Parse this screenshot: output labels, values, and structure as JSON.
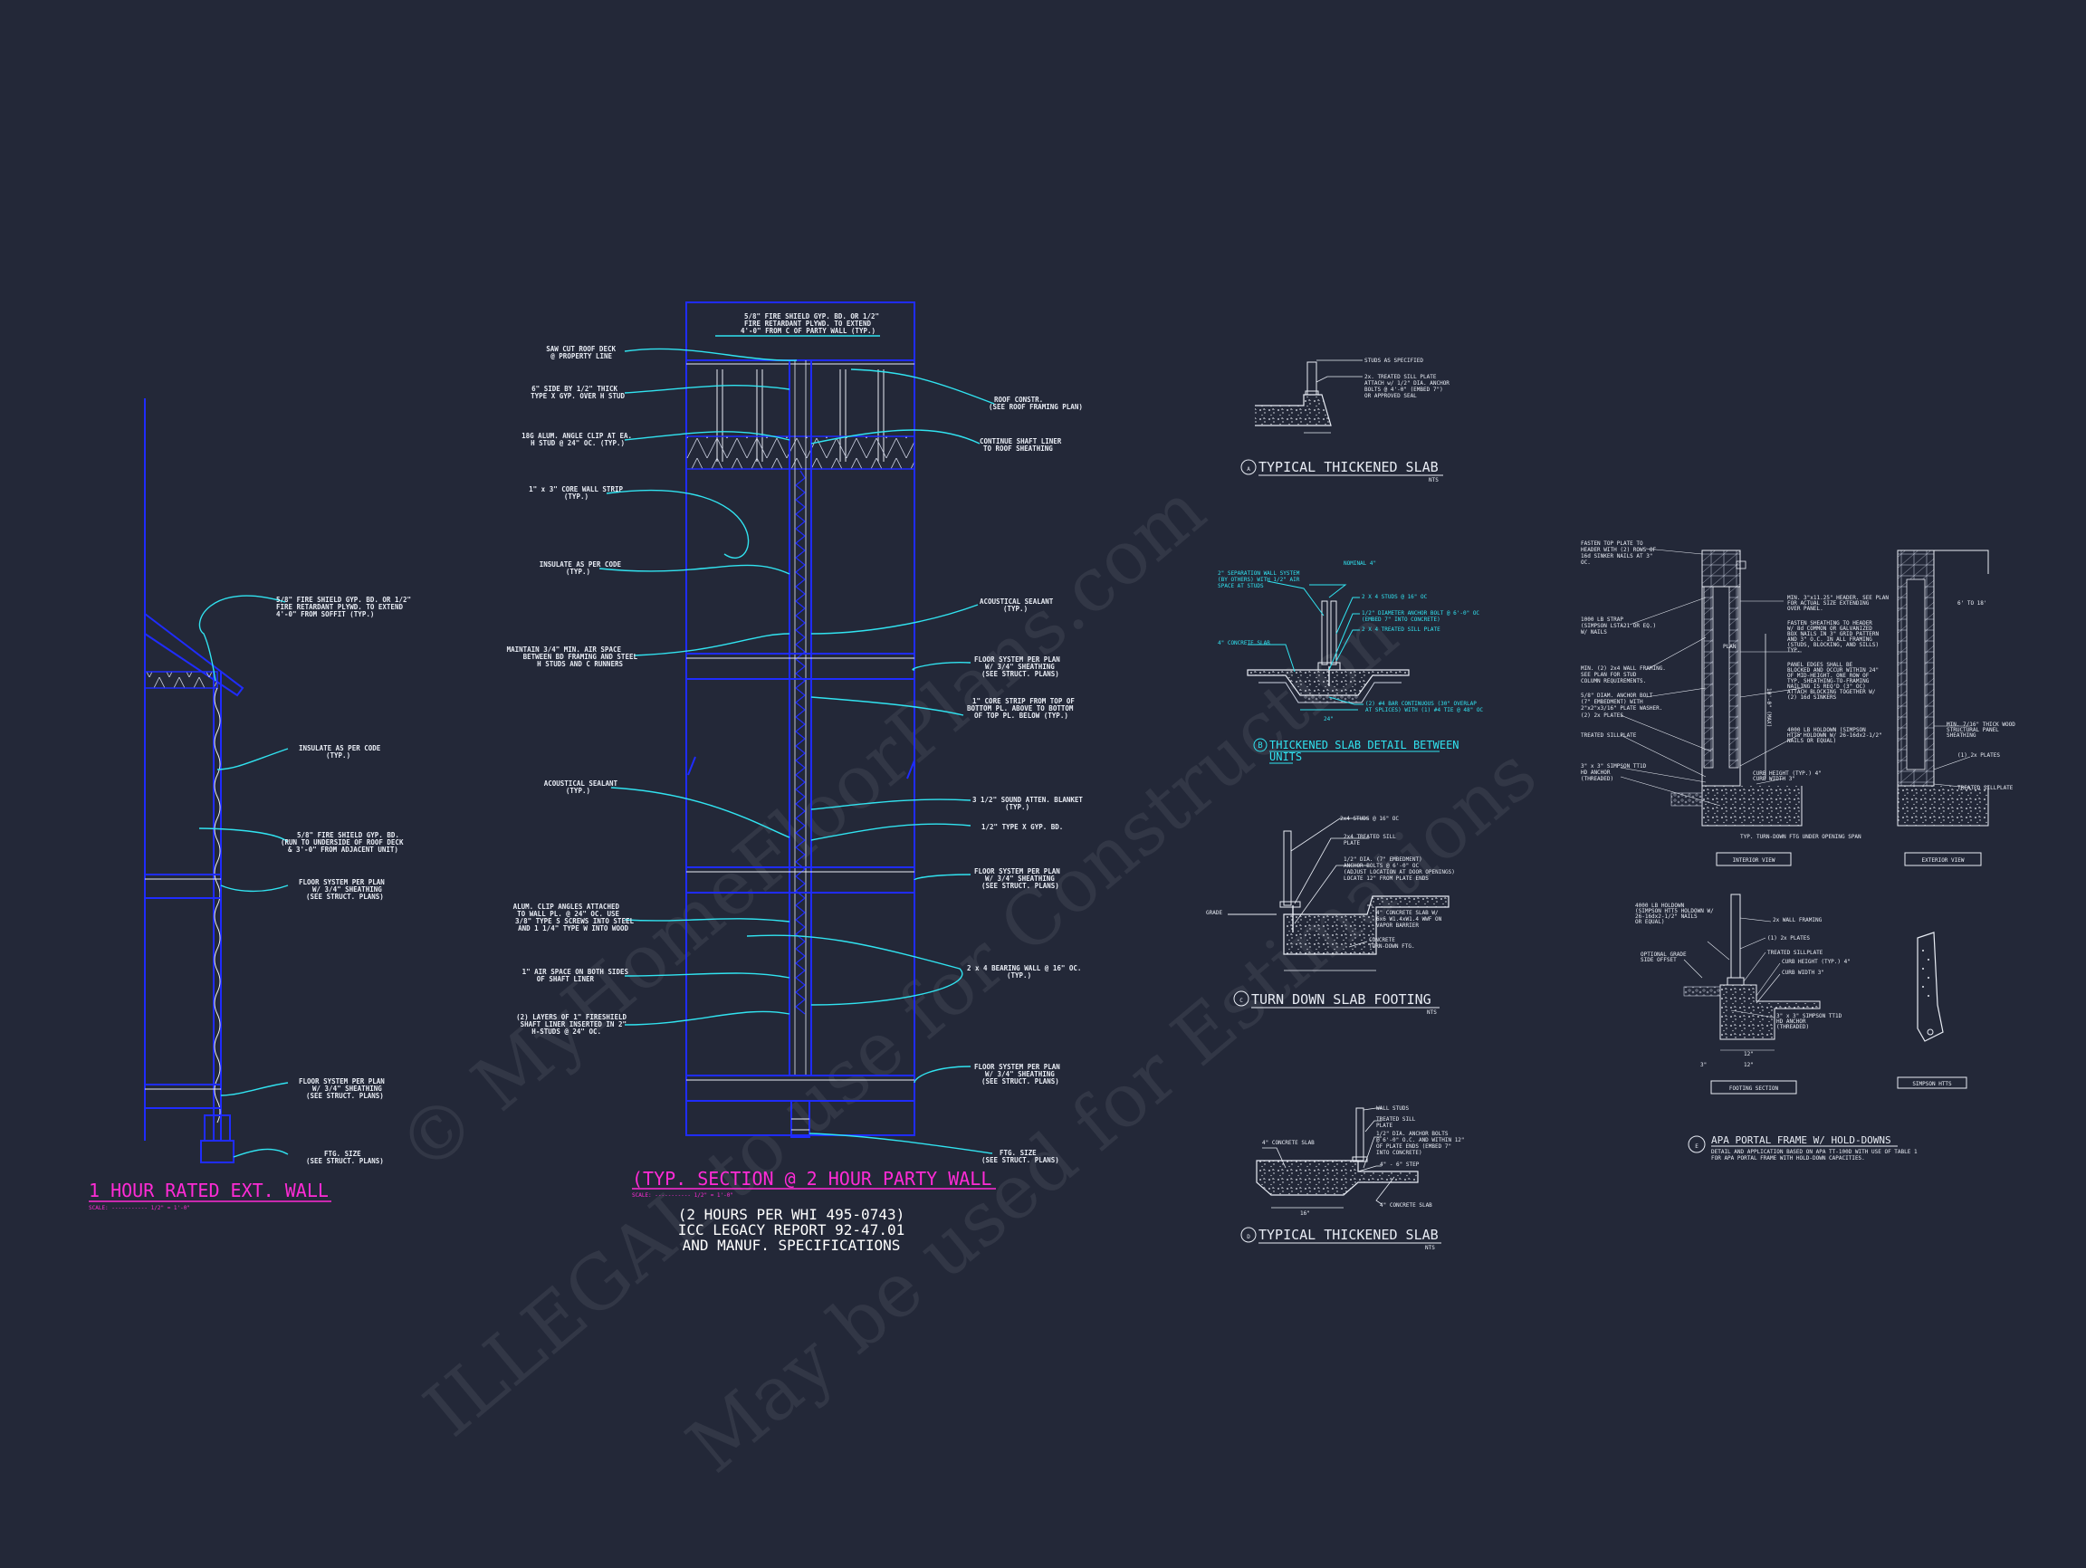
{
  "colors": {
    "background": "#232838",
    "structure": "#1f2cff",
    "leader": "#31e3f0",
    "title_magenta": "#ff2bd6",
    "text": "#e8ecf4"
  },
  "watermark": {
    "line1": "© MyHomeFloorPlans.com",
    "line2": "ILLEGAL to use for Construction",
    "line3": "May be used for Estimations"
  },
  "ext_wall": {
    "title": "1 HOUR RATED EXT. WALL",
    "scale": "SCALE: ----------- 1/2\" = 1'-0\"",
    "notes": [
      "5/8\" FIRE SHIELD GYP. BD. OR 1/2\"",
      "FIRE RETARDANT PLYWD. TO EXTEND",
      "4'-0\" FROM SOFFIT (TYP.)",
      "INSULATE AS PER CODE",
      "(TYP.)",
      "5/8\" FIRE SHIELD GYP. BD.",
      "(RUN TO UNDERSIDE OF ROOF DECK",
      "& 3'-0\" FROM ADJACENT UNIT)",
      "FLOOR SYSTEM PER PLAN",
      "W/ 3/4\" SHEATHING",
      "(SEE STRUCT. PLANS)",
      "FLOOR SYSTEM PER PLAN",
      "W/ 3/4\" SHEATHING",
      "(SEE STRUCT. PLANS)",
      "FTG. SIZE",
      "(SEE STRUCT. PLANS)"
    ]
  },
  "party_wall": {
    "title": "(TYP. SECTION @ 2 HOUR PARTY WALL",
    "scale": "SCALE: ----------- 1/2\" = 1'-0\"",
    "subtitle1": "(2 HOURS PER WHI 495-0743)",
    "subtitle2": "ICC LEGACY REPORT 92-47.01",
    "subtitle3": "AND MANUF. SPECIFICATIONS",
    "top_note": [
      "5/8\" FIRE SHIELD GYP. BD. OR 1/2\"",
      "FIRE RETARDANT PLYWD. TO EXTEND",
      "4'-0\" FROM C OF PARTY WALL (TYP.)"
    ],
    "left_notes": [
      "SAW CUT ROOF DECK",
      "@ PROPERTY LINE",
      "6\" SIDE BY 1/2\" THICK",
      "TYPE X GYP. OVER H STUD",
      "18G ALUM. ANGLE CLIP AT EA.",
      "H STUD @ 24\" OC. (TYP.)",
      "1\" x 3\" CORE WALL STRIP",
      "(TYP.)",
      "INSULATE AS PER CODE",
      "(TYP.)",
      "MAINTAIN 3/4\" MIN. AIR SPACE",
      "BETWEEN BD FRAMING AND STEEL",
      "H STUDS AND C RUNNERS",
      "ACOUSTICAL SEALANT",
      "(TYP.)",
      "ALUM. CLIP ANGLES ATTACHED",
      "TO WALL PL. @ 24\" OC. USE",
      "3/8\" TYPE S SCREWS INTO STEEL",
      "AND 1 1/4\" TYPE W INTO WOOD",
      "1\" AIR SPACE ON BOTH SIDES",
      "OF SHAFT LINER",
      "(2) LAYERS OF 1\" FIRESHIELD",
      "SHAFT LINER INSERTED IN 2\"",
      "H-STUDS @ 24\" OC."
    ],
    "right_notes": [
      "ROOF CONSTR.",
      "(SEE ROOF FRAMING PLAN)",
      "CONTINUE SHAFT LINER",
      "TO ROOF SHEATHING",
      "ACOUSTICAL SEALANT",
      "(TYP.)",
      "FLOOR SYSTEM PER PLAN",
      "W/ 3/4\" SHEATHING",
      "(SEE STRUCT. PLANS)",
      "1\" CORE STRIP FROM TOP OF",
      "BOTTOM PL. ABOVE TO BOTTOM",
      "OF TOP PL. BELOW (TYP.)",
      "3 1/2\" SOUND ATTEN. BLANKET",
      "(TYP.)",
      "1/2\" TYPE X GYP. BD.",
      "FLOOR SYSTEM PER PLAN",
      "W/ 3/4\" SHEATHING",
      "(SEE STRUCT. PLANS)",
      "2 x 4 BEARING WALL @ 16\" OC.",
      "(TYP.)",
      "FLOOR SYSTEM PER PLAN",
      "W/ 3/4\" SHEATHING",
      "(SEE STRUCT. PLANS)",
      "FTG. SIZE",
      "(SEE STRUCT. PLANS)"
    ]
  },
  "detail_a": {
    "letter": "A",
    "title": "TYPICAL THICKENED SLAB",
    "nts": "NTS",
    "notes": [
      "STUDS AS SPECIFIED",
      "2x. TREATED SILL PLATE",
      "ATTACH w/ 1/2\" DIA. ANCHOR",
      "BOLTS @ 4'-0\" (EMBED 7\")",
      "OR APPROVED SEAL"
    ]
  },
  "detail_b": {
    "letter": "B",
    "title1": "THICKENED SLAB DETAIL BETWEEN",
    "title2": "UNITS",
    "notes_left": [
      "2\" SEPARATION WALL SYSTEM",
      "(BY OTHERS) WITH 1/2\" AIR",
      "SPACE AT STUDS",
      "4\" CONCRETE SLAB"
    ],
    "nominal": "NOMINAL 4\"",
    "notes_right": [
      "2 X 4 STUDS @ 16\" OC",
      "1/2\" DIAMETER ANCHOR BOLT @ 6'-0\" OC",
      "(EMBED 7\" INTO CONCRETE)",
      "2 X 4 TREATED SILL PLATE",
      "(2) #4 BAR CONTINUOUS (30\" OVERLAP",
      "AT SPLICES) WITH (1) #4 TIE @ 48\" OC"
    ],
    "dim": "24\""
  },
  "detail_c": {
    "letter": "C",
    "title": "TURN DOWN SLAB FOOTING",
    "nts": "NTS",
    "grade": "GRADE",
    "notes": [
      "2x4 STUDS @ 16\" OC",
      "2x4 TREATED SILL",
      "PLATE",
      "1/2\" DIA. (7\" EMBEDMENT)",
      "ANCHOR BOLTS @ 6'-0\" OC",
      "(ADJUST LOCATION AT DOOR OPENINGS)",
      "LOCATE 12\" FROM PLATE ENDS",
      "4\" CONCRETE SLAB W/",
      "6x6 W1.4xW1.4 WWF ON",
      "VAPOR BARRIER",
      "CONCRETE",
      "TURN-DOWN FTG."
    ]
  },
  "detail_d": {
    "letter": "D",
    "title": "TYPICAL THICKENED SLAB",
    "nts": "NTS",
    "notes": [
      "WALL STUDS",
      "TREATED SILL",
      "PLATE",
      "1/2\" DIA. ANCHOR BOLTS",
      "@ 6'-0\" O.C. AND WITHIN 12\"",
      "OF PLATE ENDS (EMBED 7\"",
      "INTO CONCRETE)",
      "4\" - 6\" STEP",
      "4\" CONCRETE SLAB"
    ],
    "left_note": "4\" CONCRETE SLAB",
    "dim": "16\""
  },
  "detail_e": {
    "letter": "E",
    "title": "APA PORTAL FRAME W/ HOLD-DOWNS",
    "subtitle1": "DETAIL AND APPLICATION BASED ON APA TT-100D WITH USE OF TABLE 1",
    "subtitle2": "FOR APA PORTAL FRAME WITH HOLD-DOWN CAPACITIES.",
    "interior_label": "INTERIOR VIEW",
    "exterior_label": "EXTERIOR VIEW",
    "footing_label": "FOOTING SECTION",
    "simpson_label": "SIMPSON HTTS",
    "left_notes": [
      "FASTEN TOP PLATE TO",
      "HEADER WITH (2) ROWS OF",
      "16d SINKER NAILS AT 3\"",
      "OC.",
      "1000 LB STRAP",
      "(SIMPSON LSTA21 OR EQ.)",
      "W/ NAILS",
      "MIN. (2) 2x4 WALL FRAMING.",
      "SEE PLAN FOR STUD",
      "COLUMN REQUIREMENTS.",
      "5/8\" DIAM. ANCHOR BOLT",
      "(7\" EMBEDMENT) WITH",
      "2\"x2\"x3/16\" PLATE WASHER.",
      "(2) 2x PLATES",
      "TREATED SILLPLATE",
      "3\" x 3\" SIMPSON TT1D",
      "HD ANCHOR",
      "(THREADED)"
    ],
    "mid_notes": [
      "MIN. 3\"x11.25\" HEADER. SEE PLAN",
      "FOR ACTUAL SIZE EXTENDING",
      "OVER PANEL.",
      "FASTEN SHEATHING TO HEADER",
      "W/ 8d COMMON OR GALVANIZED",
      "BOX NAILS IN 3\" GRID PATTERN",
      "AND 3\" O.C. IN ALL FRAMING",
      "(STUDS, BLOCKING, AND SILLS)",
      "TYP.",
      "PANEL EDGES SHALL BE",
      "BLOCKED AND OCCUR WITHIN 24\"",
      "OF MID-HEIGHT. ONE ROW OF",
      "TYP. SHEATHING-TO-FRAMING",
      "NAILING IS REQ'D (3\" OC)",
      "ATTACH BLOCKING TOGETHER W/",
      "(2) 16d SINKERS",
      "4000 LB HOLDOWN (SIMPSON",
      "HTT5 HOLDOWN W/ 26-16dx2-1/2\"",
      "NAILS OR EQUAL)",
      "CURB HEIGHT (TYP.) 4\"",
      "CURB WIDTH 3\""
    ],
    "plan_label": "PLAN",
    "height_label": "10'-0\" (MAX)",
    "ftg_notes": "TYP. TURN-DOWN FTG UNDER OPENING SPAN",
    "right_notes": [
      "6' TO 18'",
      "MIN. 7/16\" THICK WOOD",
      "STRUCTURAL PANEL",
      "SHEATHING",
      "(1) 2x PLATES",
      "TREATED SILLPLATE"
    ],
    "footing_notes_left": [
      "4000 LB HOLDOWN",
      "(SIMPSON HTT5 HOLDOWN W/",
      "26-16dx2-1/2\" NAILS",
      "OR EQUAL)",
      "OPTIONAL GRADE",
      "SIDE OFFSET"
    ],
    "footing_notes_right": [
      "2x WALL FRAMING",
      "(1) 2x PLATES",
      "TREATED SILLPLATE",
      "CURB HEIGHT (TYP.) 4\"",
      "CURB WIDTH 3\"",
      "3\" x 3\" SIMPSON TT1D",
      "HD ANCHOR",
      "(THREADED)"
    ],
    "footing_dims": [
      "12\"",
      "3\"",
      "12\""
    ]
  }
}
